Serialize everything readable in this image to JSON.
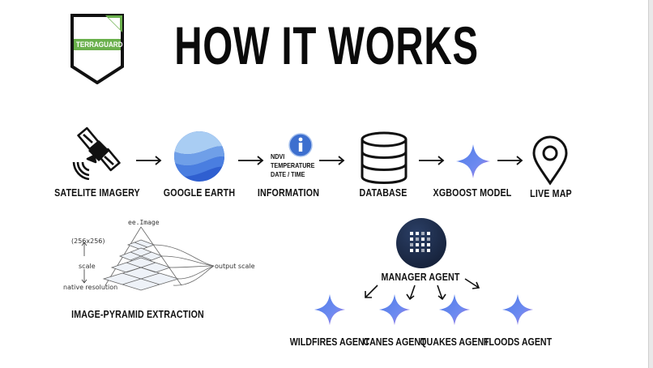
{
  "title": "HOW IT WORKS",
  "logo": {
    "text": "TERRAGUARD",
    "accent": "#6ab04c"
  },
  "pipeline": [
    {
      "label": "SATELITE IMAGERY",
      "icon": "satellite-icon"
    },
    {
      "label": "GOOGLE EARTH",
      "icon": "google-earth-icon"
    },
    {
      "label": "INFORMATION",
      "icon": "info-icon",
      "details": [
        "NDVI",
        "TEMPERATURE",
        "DATE / TIME"
      ]
    },
    {
      "label": "DATABASE",
      "icon": "database-icon"
    },
    {
      "label": "XGBOOST MODEL",
      "icon": "sparkle-icon"
    },
    {
      "label": "LIVE MAP",
      "icon": "map-pin-icon"
    }
  ],
  "pyramid": {
    "label": "IMAGE-PYRAMID EXTRACTION",
    "top": "ee.Image",
    "size": "(256x256)",
    "scale": "scale",
    "native": "native resolution",
    "output": "output scale"
  },
  "manager": {
    "label": "MANAGER AGENT",
    "icon": "grid-icon"
  },
  "agents": [
    "WILDFIRES AGENT",
    "CANES AGENT",
    "QUAKES AGENT",
    "FLOODS AGENT"
  ],
  "colors": {
    "earth_dark": "#2f5fd0",
    "earth_light": "#a9cdf3",
    "info_blue": "#3d6fcf",
    "sparkle_a": "#4f7ce8",
    "sparkle_b": "#c66bd6",
    "manager_bg": "#1c2c4a"
  }
}
